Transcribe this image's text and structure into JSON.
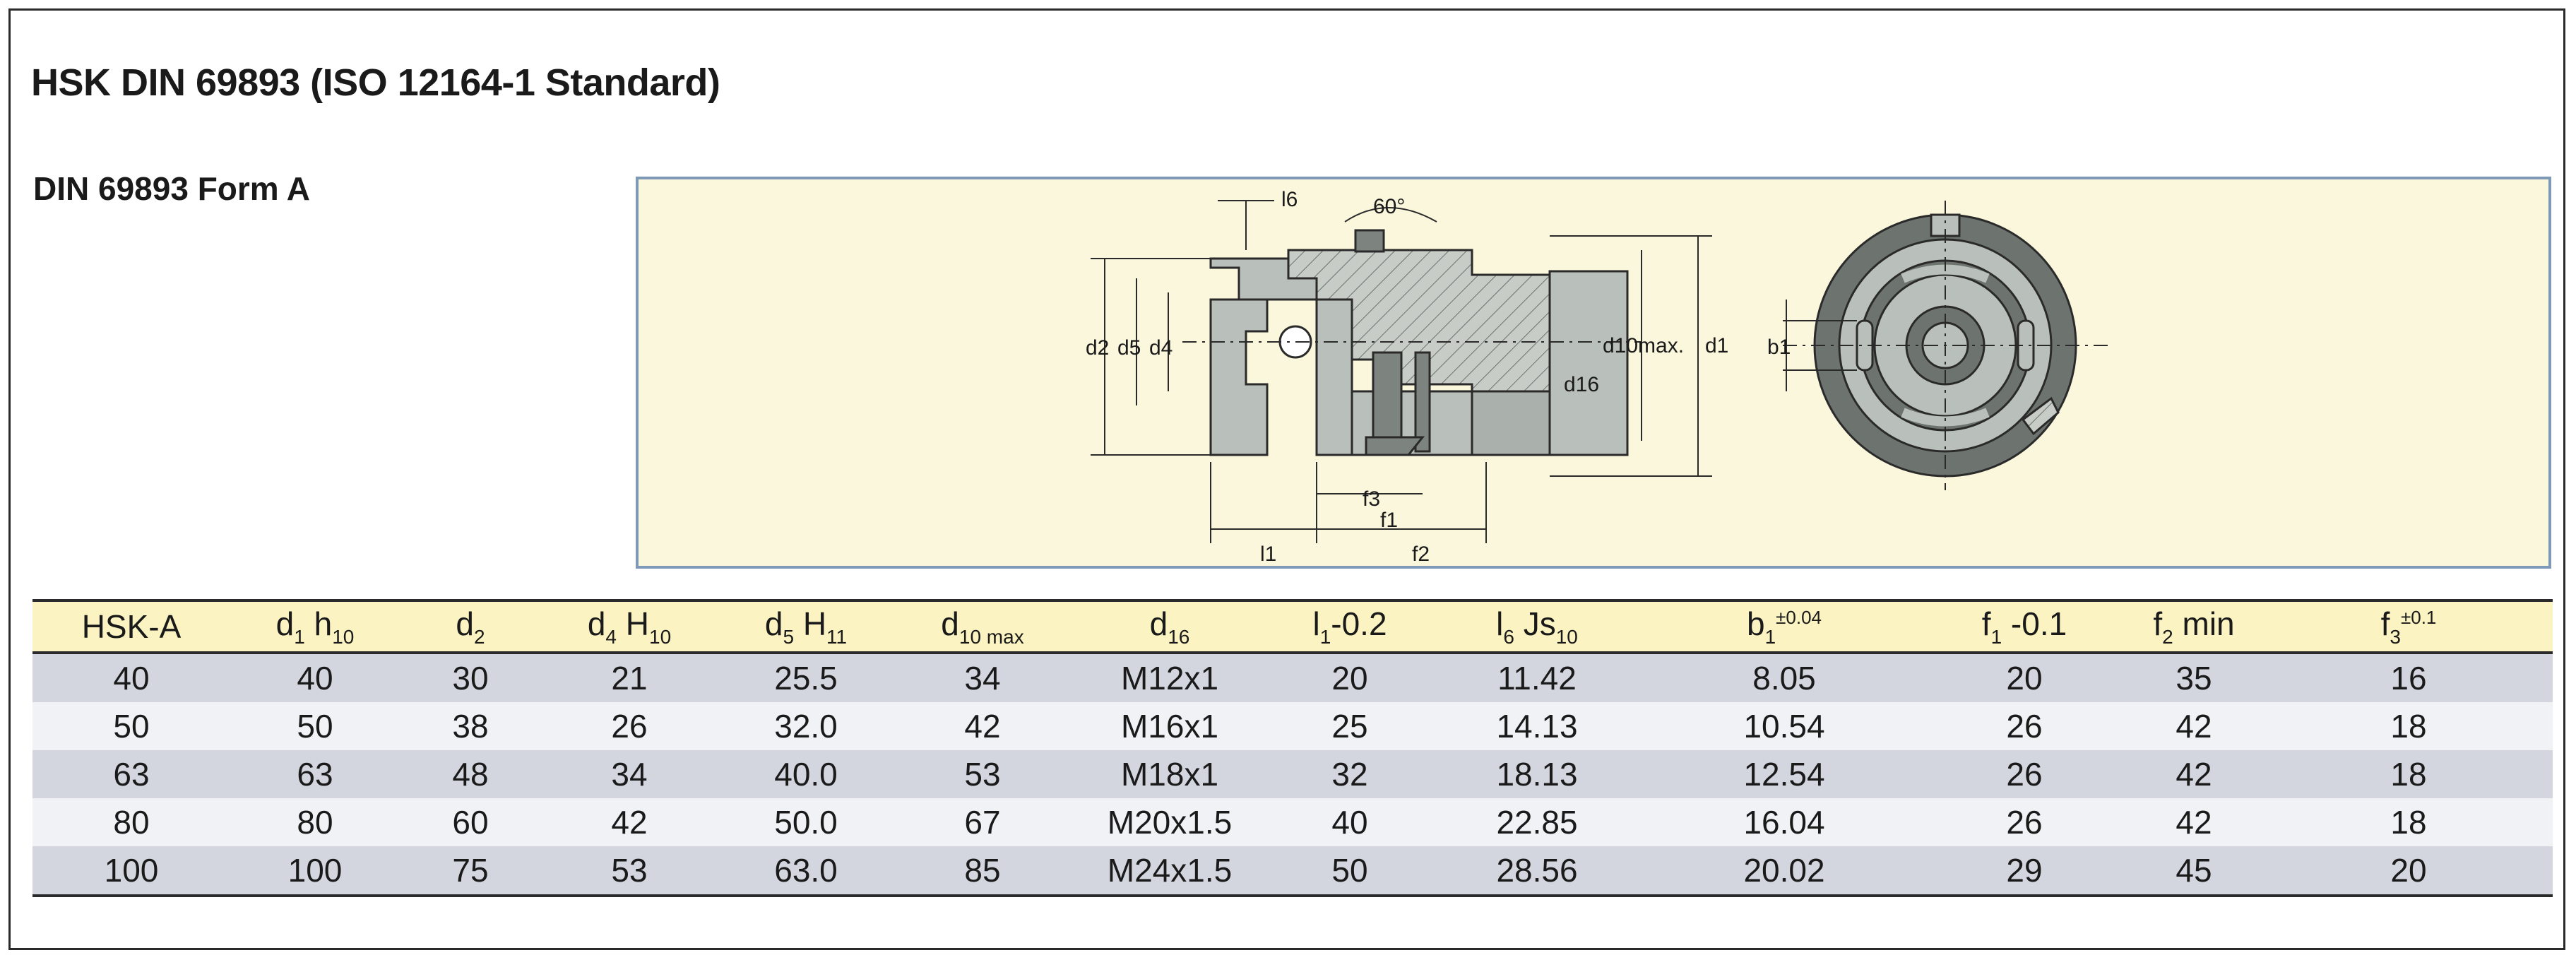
{
  "document": {
    "title": "HSK DIN 69893 (ISO 12164-1 Standard)",
    "subtitle": "DIN 69893 Form A"
  },
  "drawing": {
    "labels": {
      "l6": "l6",
      "angle": "60°",
      "d2": "d2",
      "d5": "d5",
      "d4": "d4",
      "d16": "d16",
      "d10max": "d10max.",
      "d1": "d1",
      "f3": "f3",
      "f1": "f1",
      "l1": "l1",
      "f2": "f2",
      "b1": "b1"
    },
    "colors": {
      "panel_bg": "#fbf7dc",
      "panel_border": "#7f9ab8",
      "part_fill": "#b9bfba",
      "part_dark": "#7d847f",
      "end_view_dark": "#6d746f"
    }
  },
  "table": {
    "columns": [
      {
        "main": "HSK-A",
        "sub": "",
        "tail": "",
        "sup": ""
      },
      {
        "main": "d",
        "sub": "1",
        "tail": " h",
        "sub2": "10",
        "sup": ""
      },
      {
        "main": "d",
        "sub": "2",
        "tail": "",
        "sup": ""
      },
      {
        "main": "d",
        "sub": "4",
        "tail": " H",
        "sub2": "10",
        "sup": ""
      },
      {
        "main": "d",
        "sub": "5",
        "tail": " H",
        "sub2": "11",
        "sup": ""
      },
      {
        "main": "d",
        "sub": "10 max",
        "tail": "",
        "sup": ""
      },
      {
        "main": "d",
        "sub": "16",
        "tail": "",
        "sup": ""
      },
      {
        "main": "l",
        "sub": "1",
        "tail": "-0.2",
        "sup": ""
      },
      {
        "main": "l",
        "sub": "6",
        "tail": " Js",
        "sub2": "10",
        "sup": ""
      },
      {
        "main": "b",
        "sub": "1",
        "tail": "",
        "sup": "±0.04"
      },
      {
        "main": "f",
        "sub": "1",
        "tail": " -0.1",
        "sup": ""
      },
      {
        "main": "f",
        "sub": "2",
        "tail": " min",
        "sup": ""
      },
      {
        "main": "f",
        "sub": "3",
        "tail": "",
        "sup": "±0.1"
      }
    ],
    "rows": [
      [
        "40",
        "40",
        "30",
        "21",
        "25.5",
        "34",
        "M12x1",
        "20",
        "11.42",
        "8.05",
        "20",
        "35",
        "16"
      ],
      [
        "50",
        "50",
        "38",
        "26",
        "32.0",
        "42",
        "M16x1",
        "25",
        "14.13",
        "10.54",
        "26",
        "42",
        "18"
      ],
      [
        "63",
        "63",
        "48",
        "34",
        "40.0",
        "53",
        "M18x1",
        "32",
        "18.13",
        "12.54",
        "26",
        "42",
        "18"
      ],
      [
        "80",
        "80",
        "60",
        "42",
        "50.0",
        "67",
        "M20x1.5",
        "40",
        "22.85",
        "16.04",
        "26",
        "42",
        "18"
      ],
      [
        "100",
        "100",
        "75",
        "53",
        "63.0",
        "85",
        "M24x1.5",
        "50",
        "28.56",
        "20.02",
        "29",
        "45",
        "20"
      ]
    ]
  }
}
